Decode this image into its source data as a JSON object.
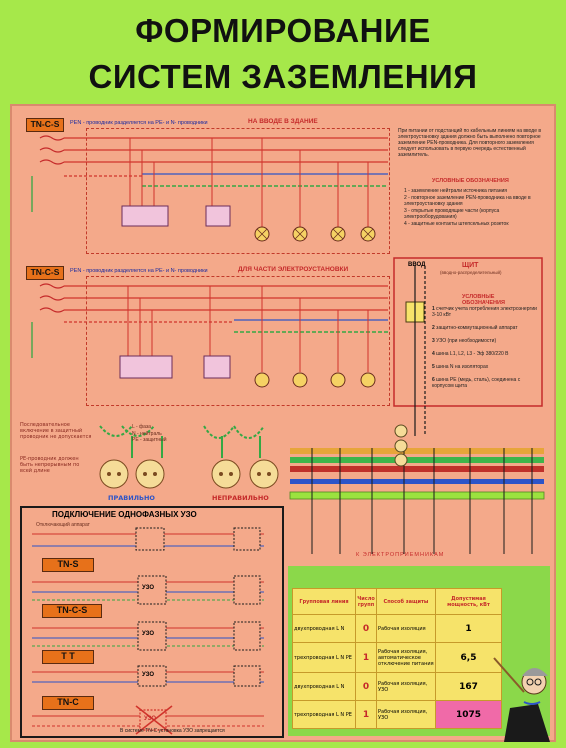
{
  "title": {
    "line1": "ФОРМИРОВАНИЕ",
    "line2": "СИСТЕМ ЗАЗЕМЛЕНИЯ"
  },
  "section1": {
    "label": "TN-C-S",
    "desc": "PEN - проводник разделяется на PE- и N- проводники",
    "tag": "НА ВВОДЕ В ЗДАНИЕ"
  },
  "section2": {
    "label": "TN-C-S",
    "desc": "PEN - проводник разделяется на PE- и N- проводники",
    "tag": "ДЛЯ ЧАСТИ ЭЛЕКТРОУСТАНОВКИ"
  },
  "side_text": {
    "intro": "При питании от подстанций по кабельным линиям на вводе в электроустановку здания должно быть выполнено повторное заземление PEN-проводника. Для повторного заземления следует использовать в первую очередь естественный заземлитель.",
    "legend_title": "УСЛОВНЫЕ ОБОЗНАЧЕНИЯ",
    "legend": [
      "1 - заземление нейтрали источника питания",
      "2 - повторное заземление PEN-проводника на вводе в электроустановку здания",
      "3 - открытые проводящие части (корпуса электрооборудования)",
      "4 - защитные контакты штепсельных розеток"
    ]
  },
  "shield": {
    "title": "ЩИТ",
    "subtitle": "(вводно-распределительный)",
    "input": "ВВОД",
    "legend_title": "УСЛОВНЫЕ ОБОЗНАЧЕНИЯ",
    "items": [
      {
        "num": "1",
        "text": "счетчик учета потребления электроэнергии 3-10 кВт"
      },
      {
        "num": "2",
        "text": "защитно-коммутационный аппарат"
      },
      {
        "num": "3",
        "text": "УЗО (при необходимости)"
      },
      {
        "num": "4",
        "text": "шина L1, L2, L3 - Эф 380/220 В"
      },
      {
        "num": "5",
        "text": "шина N на изоляторах"
      },
      {
        "num": "6",
        "text": "шина PE (медь, сталь), соединена с корпусом щита"
      }
    ],
    "bottom": "К ЭЛЕКТРОПРИЕМНИКАМ"
  },
  "sockets": {
    "note_left": "Последовательное включение в защитный проводник не допускается",
    "note_bottom": "PE-проводник должен быть непрерывным по всей длине",
    "wire_labels": [
      "L",
      "N",
      "PE"
    ],
    "legend": [
      "L - фаза",
      "N - нейтраль",
      "PE - защитный"
    ],
    "correct": "ПРАВИЛЬНО",
    "incorrect": "НЕПРАВИЛЬНО"
  },
  "uzo": {
    "title": "ПОДКЛЮЧЕНИЕ ОДНОФАЗНЫХ УЗО",
    "intro_label": "Отключающий аппарат",
    "schemes": [
      {
        "label": "TN-S",
        "device": "УЗО"
      },
      {
        "label": "TN-C-S",
        "device": "УЗО"
      },
      {
        "label": "T T",
        "device": "УЗО"
      },
      {
        "label": "TN-C",
        "device": "УЗО"
      }
    ],
    "forbidden": "В системе TN-C установка УЗО запрещается"
  },
  "table": {
    "headers": [
      "Групповая линия",
      "Число групп",
      "Способ защиты",
      "Допустимая мощность, кВт"
    ],
    "rows": [
      {
        "line": "двухпроводная L N",
        "num": "0",
        "method": "Рабочая изоляция",
        "value": "1"
      },
      {
        "line": "трехпроводная L N PE",
        "num": "1",
        "method": "Рабочая изоляция, автоматическое отключение питания",
        "value": "6,5"
      },
      {
        "line": "двухпроводная L N",
        "num": "0",
        "method": "Рабочая изоляция, УЗО",
        "value": "167"
      },
      {
        "line": "трехпроводная L N PE",
        "num": "1",
        "method": "Рабочая изоляция, УЗО",
        "value": "1075"
      }
    ]
  },
  "colors": {
    "phase": "#d0342c",
    "neutral": "#2d54c8",
    "pe": "#34a844",
    "board": "#f4a98a",
    "banner": "#a6e84a",
    "label": "#e7711a"
  }
}
